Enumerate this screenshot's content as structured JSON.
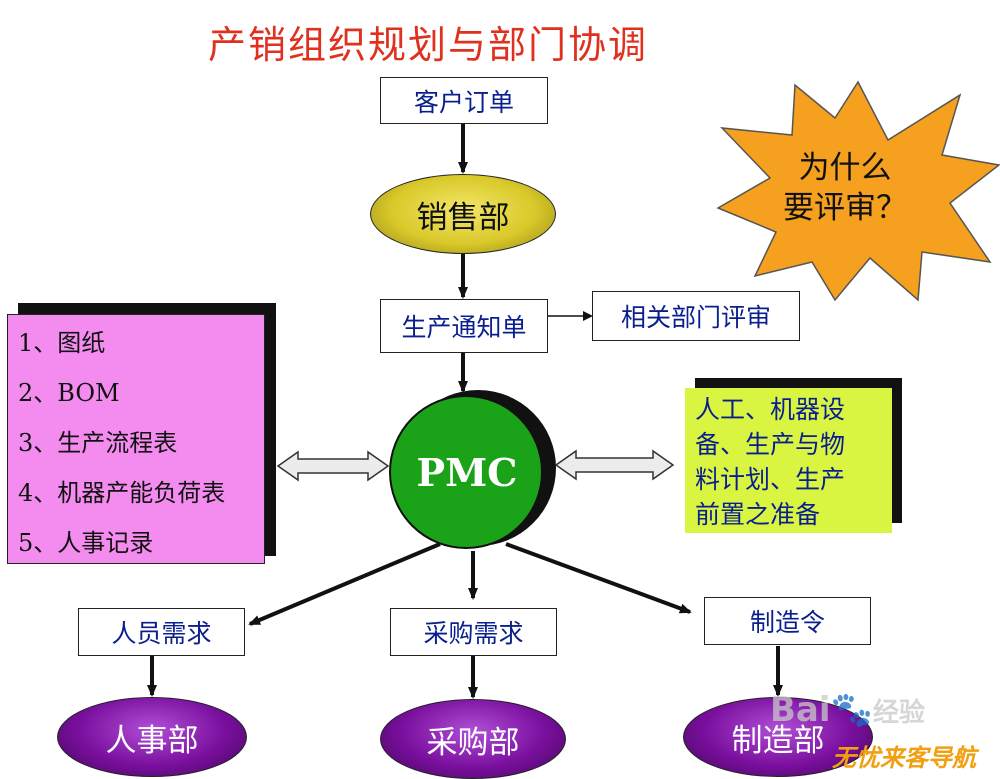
{
  "title": "产销组织规划与部门协调",
  "nodes": {
    "customer_order": "客户订单",
    "sales_dept": "销售部",
    "production_notice": "生产通知单",
    "related_review": "相关部门评审",
    "pmc": "PMC",
    "personnel_demand": "人员需求",
    "purchase_demand": "采购需求",
    "manufacturing_order": "制造令",
    "hr_dept": "人事部",
    "purchasing_dept": "采购部",
    "manufacturing_dept": "制造部"
  },
  "starburst": {
    "line1": "为什么",
    "line2": "要评审？"
  },
  "inputs_list": [
    "1、图纸",
    "2、BOM",
    "3、生产流程表",
    "4、机器产能负荷表",
    "5、人事记录"
  ],
  "outputs_note": [
    "人工、机器设",
    "备、生产与物",
    "料计划、生产",
    "前置之准备"
  ],
  "watermark": {
    "brand": "Bai",
    "brand_suffix": "经验",
    "corner": "无忧来客导航"
  },
  "colors": {
    "title": "#e0301e",
    "node_text": "#0a1f8f",
    "sales_ellipse": "#d9c92a",
    "pmc_circle": "#1aa318",
    "dept_ellipse": "#7a0f9e",
    "starburst": "#f5a01e",
    "inputs_panel": "#f48cf0",
    "outputs_panel": "#d9f542"
  }
}
